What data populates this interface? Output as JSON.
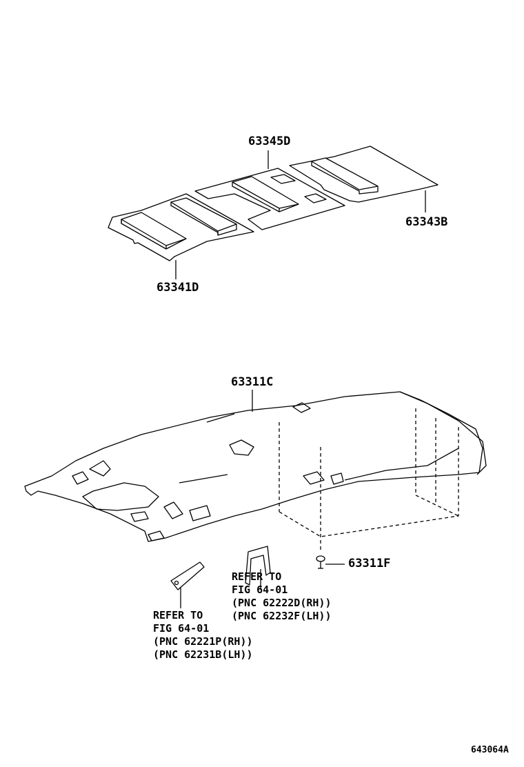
{
  "parts": {
    "p63345D": "63345D",
    "p63343B": "63343B",
    "p63341D": "63341D",
    "p63311C": "63311C",
    "p63311F": "63311F"
  },
  "notes": {
    "right": [
      "REFER TO",
      "FIG 64-01",
      "(PNC 62222D(RH))",
      "(PNC 62232F(LH))"
    ],
    "left": [
      "REFER TO",
      "FIG 64-01",
      "(PNC 62221P(RH))",
      "(PNC 62231B(LH))"
    ]
  },
  "figure_code": "643064A"
}
